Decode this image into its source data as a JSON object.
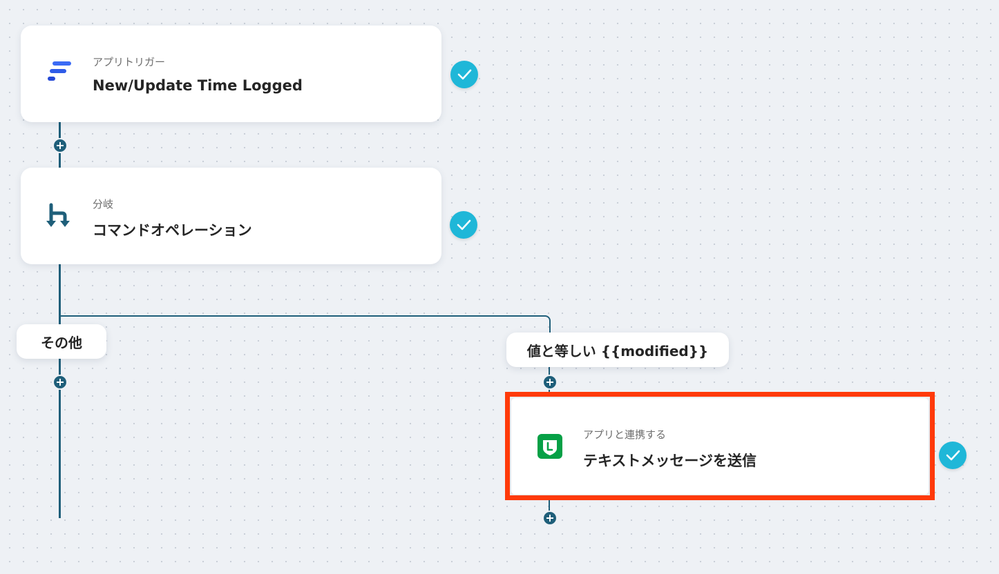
{
  "flow": {
    "trigger": {
      "kind": "アプリトリガー",
      "title": "New/Update Time Logged",
      "icon": "time-tracker-logo-icon",
      "status": "completed"
    },
    "branch": {
      "kind": "分岐",
      "title": "コマンドオペレーション",
      "icon": "branch-icon",
      "status": "completed"
    },
    "branches": {
      "else_label": "その他",
      "equals_label": "値と等しい {{modified}}"
    },
    "action": {
      "kind": "アプリと連携する",
      "title": "テキストメッセージを送信",
      "icon": "line-app-icon",
      "status": "completed"
    }
  },
  "colors": {
    "connector": "#1f5f7a",
    "check": "#1fb7d8",
    "highlight": "#ff3a0a",
    "line_brand": "#06c755"
  }
}
